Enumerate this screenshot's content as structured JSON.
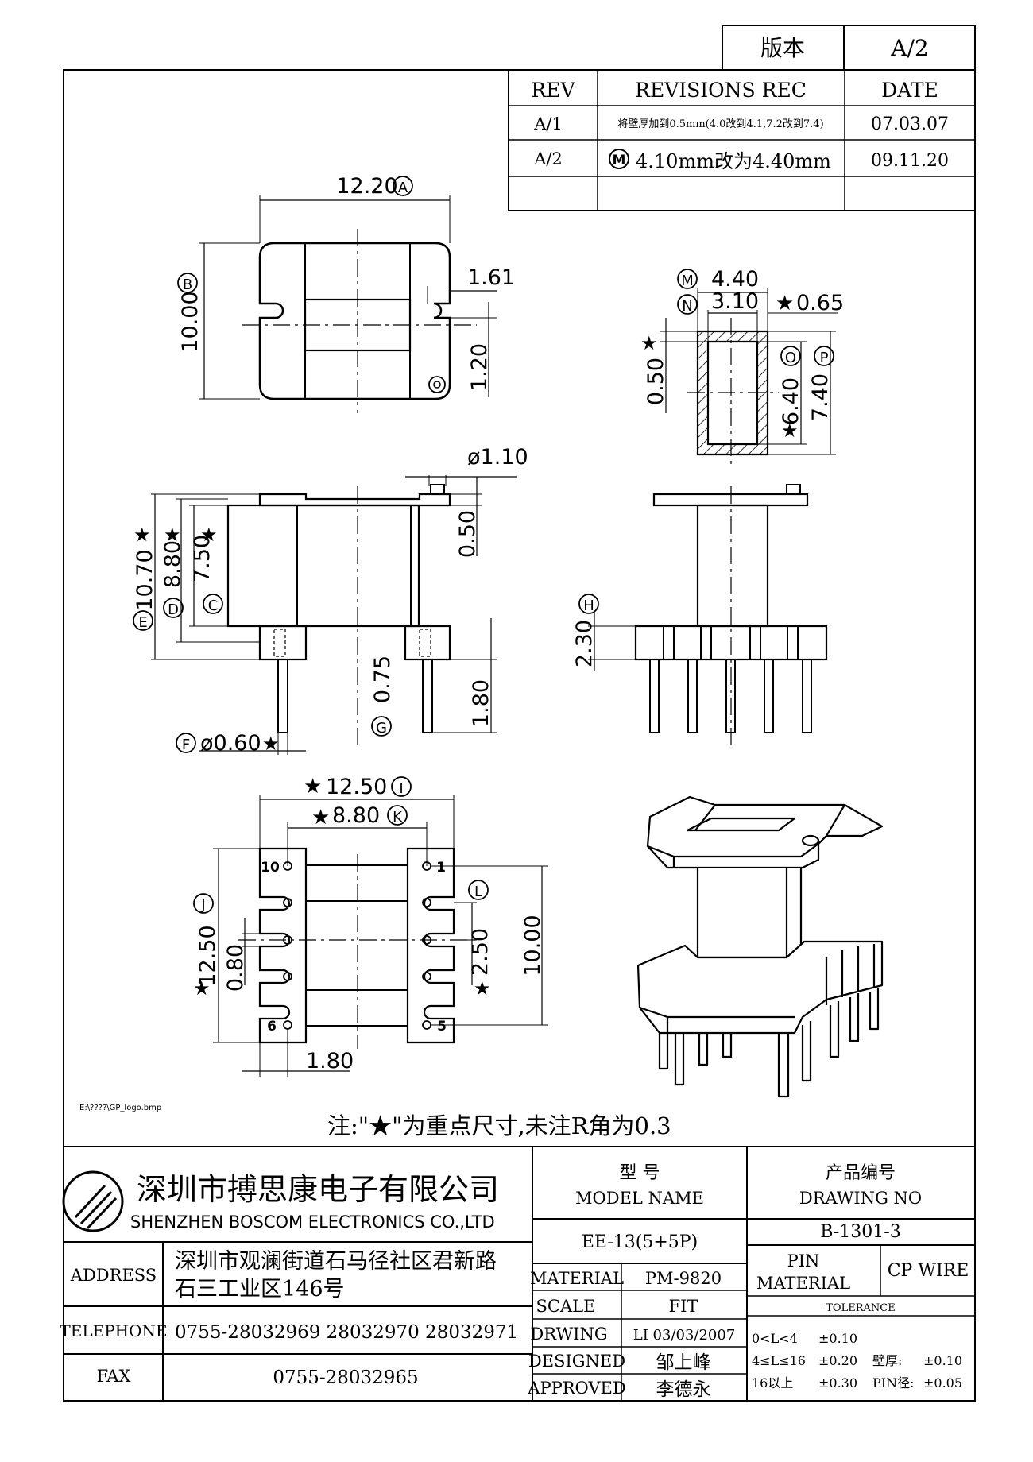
{
  "version_box": {
    "label": "版本",
    "value": "A/2"
  },
  "revisions": {
    "headers": {
      "rev": "REV",
      "rec": "REVISIONS REC",
      "date": "DATE"
    },
    "rows": [
      {
        "rev": "A/1",
        "rec": "将壁厚加到0.5mm(4.0改到4.1,7.2改到7.4)",
        "date": "07.03.07"
      },
      {
        "rev": "A/2",
        "mark": "M",
        "rec": "4.10mm改为4.40mm",
        "date": "09.11.20"
      }
    ]
  },
  "dims": {
    "top_width": "12.20",
    "top_width_mark": "A",
    "top_height": "10.00",
    "top_height_mark": "B",
    "top_slot": "1.61",
    "top_slot_h": "1.20",
    "sec_outer_w": "4.40",
    "sec_outer_w_mark": "M",
    "sec_inner_w": "3.10",
    "sec_inner_w_mark": "N",
    "sec_wall": "0.65",
    "sec_wall_v": "0.50",
    "sec_inner_h": "6.40",
    "sec_inner_h_mark": "O",
    "sec_outer_h": "7.40",
    "sec_outer_h_mark": "P",
    "pin_dia_top": "ø1.10",
    "flange_t": "0.50",
    "h_total": "10.70",
    "h_total_mark": "E",
    "h_mid": "8.80",
    "h_mid_mark": "D",
    "h_winding": "7.50",
    "h_winding_mark": "C",
    "base_t": "0.75",
    "base_t_mark": "G",
    "pin_len": "1.80",
    "pin_dia": "ø0.60",
    "pin_dia_mark": "F",
    "base_h": "2.30",
    "base_h_mark": "H",
    "bot_width": "12.50",
    "bot_width_mark": "I",
    "pin_row": "8.80",
    "pin_row_mark": "K",
    "bot_len": "12.50",
    "bot_len_mark": "J",
    "slot_w": "0.80",
    "pitch": "2.50",
    "pitch_mark": "L",
    "bot_len2": "10.00",
    "bot_pin": "1.80",
    "pin_labels": [
      "10",
      "1",
      "6",
      "5"
    ]
  },
  "file_path": "E:\\????\\GP_logo.bmp",
  "note": "注:\"★\"为重点尺寸,未注R角为0.3",
  "title_block": {
    "company_cn": "深圳市搏思康电子有限公司",
    "company_en": "SHENZHEN BOSCOM ELECTRONICS CO.,LTD",
    "address_label": "ADDRESS",
    "address_line1": "深圳市观澜街道石马径社区君新路",
    "address_line2": "石三工业区146号",
    "telephone_label": "TELEPHONE",
    "telephone": "0755-28032969 28032970 28032971",
    "fax_label": "FAX",
    "fax": "0755-28032965",
    "model_label_cn": "型    号",
    "model_label_en": "MODEL NAME",
    "model": "EE-13(5+5P)",
    "drawing_label_cn": "产品编号",
    "drawing_label_en": "DRAWING NO",
    "drawing_no": "B-1301-3",
    "material_label": "MATERIAL",
    "material": "PM-9820",
    "scale_label": "SCALE",
    "scale": "FIT",
    "drwing_label": "DRWING",
    "drwing": "LI 03/03/2007",
    "designed_label": "DESIGNED",
    "designed": "邹上峰",
    "approved_label": "APPROVED",
    "approved": "李德永",
    "pin_material_label1": "PIN",
    "pin_material_label2": "MATERIAL",
    "pin_material": "CP WIRE",
    "tolerance_label": "TOLERANCE",
    "tol_rows": [
      {
        "range": "0<L<4",
        "tol": "±0.10",
        "extra_label": "",
        "extra": ""
      },
      {
        "range": "4≤L≤16",
        "tol": "±0.20",
        "extra_label": "壁厚:",
        "extra": "±0.10"
      },
      {
        "range": "16以上",
        "tol": "±0.30",
        "extra_label": "PIN径:",
        "extra": "±0.05"
      }
    ]
  }
}
